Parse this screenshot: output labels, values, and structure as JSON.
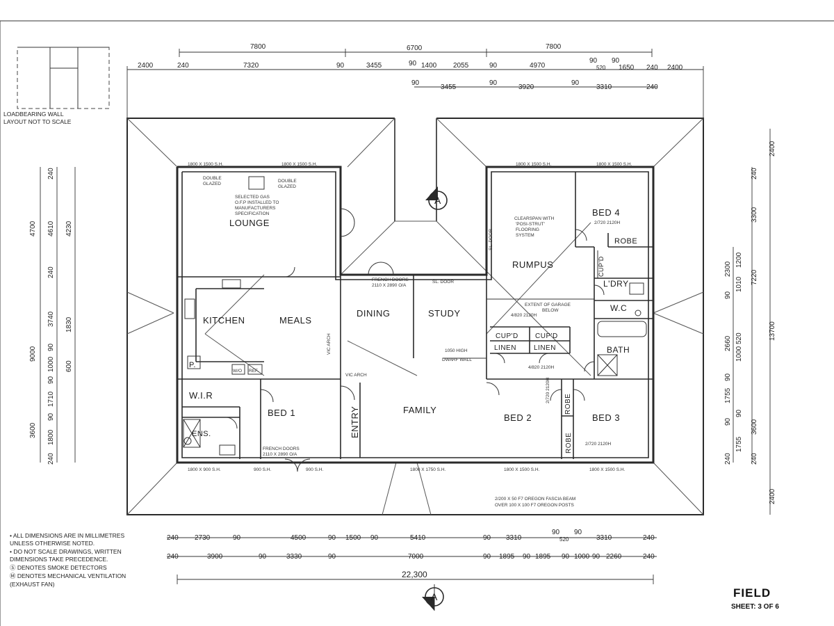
{
  "rooms": {
    "lounge": "LOUNGE",
    "kitchen": "KITCHEN",
    "meals": "MEALS",
    "dining": "DINING",
    "study": "STUDY",
    "family": "FAMILY",
    "entry": "ENTRY",
    "bed1": "BED 1",
    "wir": "W.I.R",
    "ens": "ENS.",
    "pantry": "P.",
    "rumpus": "RUMPUS",
    "bed4": "BED 4",
    "robe_bed4": "ROBE",
    "laundry": "L'DRY",
    "wc": "W.C",
    "bath": "BATH",
    "bed2": "BED 2",
    "robe_bed2": "ROBE",
    "robe_bed3": "ROBE",
    "bed3": "BED 3",
    "cupd1": "CUP'D",
    "cupd2": "CUP'D",
    "linen1": "LINEN",
    "linen2": "LINEN",
    "cupd_laundry": "CUP'D",
    "wo": "W/O",
    "ref": "REF."
  },
  "annotations": {
    "lounge_gas": "SELECTED GAS",
    "lounge_gas2": "O.F.P INSTALLED TO",
    "lounge_gas3": "MANUFACTURERS",
    "lounge_gas4": "SPECIFICATION",
    "double_glazed_a": "DOUBLE",
    "double_glazed_b": "GLAZED",
    "double_glazed_c": "DOUBLE",
    "double_glazed_d": "GLAZED",
    "clearspan_1": "CLEARSPAN WITH",
    "clearspan_2": "'POSI-STRUT'",
    "clearspan_3": "FLOORING",
    "clearspan_4": "SYSTEM",
    "garage_1": "EXTENT OF GARAGE",
    "garage_2": "BELOW",
    "dwarf_1": "1050 HIGH",
    "dwarf_2": "DWARF WALL",
    "french_doors_1": "FRENCH DOORS",
    "french_doors_2": "2110 X 2890 O/A",
    "french_doors_bed1_1": "FRENCH DOORS",
    "french_doors_bed1_2": "2110 X 2890 O/A",
    "vic_arch_1": "VIC ARCH",
    "vic_arch_2": "VIC ARCH",
    "sl_door_1": "SL. DOOR",
    "sl_door_2": "SL. DOOR",
    "fascia_1": "2/200 X 50 F7 OREGON FASCIA BEAM",
    "fascia_2": "OVER 100 X 100 F7 OREGON POSTS",
    "win_1": "1800 X 1500 S.H.",
    "win_2": "1800 X 1500 S.H.",
    "win_3": "1800 X 1500 S.H.",
    "win_4": "1800 X 1500 S.H.",
    "win_5": "1800 X 900 S.H.",
    "win_6": "1800 X 1750 S.H.",
    "win_7": "1800 X 1500 S.H.",
    "win_8": "1800 X 1500 S.H.",
    "win_9": "900 S.H.",
    "win_10": "900 S.H.",
    "door_1": "4/820 2120H",
    "door_2": "4/820 2120H",
    "door_3": "2/720 2120H",
    "door_4": "2/720 2120H",
    "door_5": "2/720 2120H"
  },
  "top_dims": {
    "row1": [
      "7800",
      "6700",
      "7800"
    ],
    "row2": [
      "2400",
      "240",
      "7320",
      "90",
      "3455",
      "90",
      "1400",
      "2055",
      "90",
      "4970",
      "90",
      "90",
      "520",
      "1650",
      "240",
      "2400"
    ],
    "row3": [
      "90",
      "3455",
      "90",
      "3920",
      "90",
      "3310",
      "240"
    ]
  },
  "bottom_dims": {
    "row1": [
      "240",
      "2730",
      "90",
      "4500",
      "90",
      "1500",
      "90",
      "5410",
      "90",
      "3310",
      "90",
      "520",
      "90",
      "3310",
      "240"
    ],
    "row2": [
      "240",
      "3900",
      "90",
      "3330",
      "90",
      "7000",
      "90",
      "1895",
      "90",
      "1895",
      "90",
      "1000",
      "90",
      "2260",
      "240"
    ],
    "overall": "22,300"
  },
  "left_dims": {
    "outer": [
      "4700",
      "9000",
      "3600"
    ],
    "mid": [
      "240",
      "4610",
      "240",
      "3740",
      "90",
      "1000",
      "90",
      "1710",
      "90",
      "1800",
      "240"
    ],
    "inner": [
      "1830",
      "4230",
      "600"
    ]
  },
  "right_dims": {
    "outer": [
      "2400",
      "13700",
      "2400"
    ],
    "mid": [
      "240",
      "3300",
      "7220",
      "3600",
      "240"
    ],
    "inner": [
      "2300",
      "1200",
      "90",
      "1010",
      "2660",
      "1000",
      "520",
      "1755",
      "90",
      "90",
      "1755",
      "90",
      "240"
    ]
  },
  "legend": {
    "line1": "LOADBEARING WALL",
    "line2": "LAYOUT NOT TO SCALE"
  },
  "notes": [
    "• ALL DIMENSIONS ARE IN MILLIMETRES",
    "  UNLESS OTHERWISE NOTED.",
    "• DO NOT SCALE DRAWINGS, WRITTEN",
    "  DIMENSIONS TAKE PRECEDENCE.",
    "Ⓢ DENOTES SMOKE DETECTORS",
    "Ⓜ DENOTES MECHANICAL VENTILATION",
    "  (EXHAUST FAN)"
  ],
  "section_marker": "A",
  "title": "FIELD",
  "sheet": "SHEET: 3 OF 6"
}
